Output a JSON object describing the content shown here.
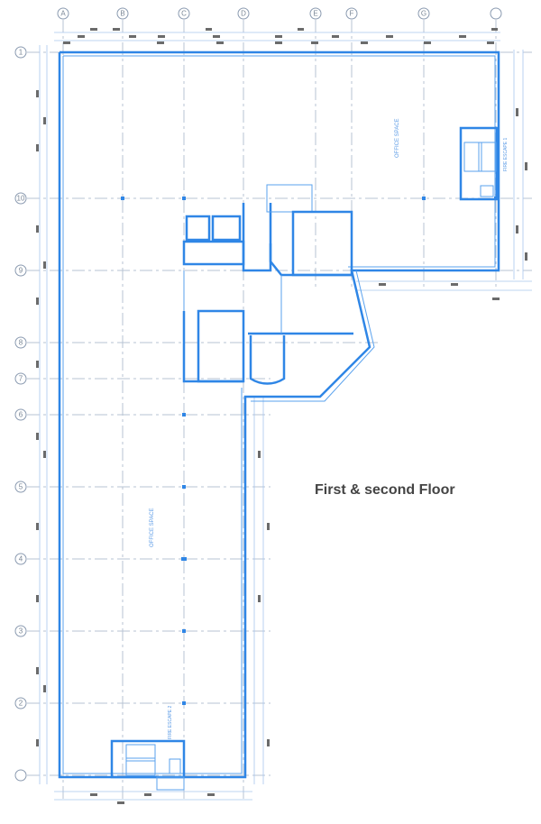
{
  "title": "First & second Floor",
  "grid_columns": [
    "A",
    "B",
    "C",
    "D",
    "E",
    "F",
    "G",
    ""
  ],
  "grid_rows": [
    "1",
    "10",
    "9",
    "8",
    "7",
    "6",
    "5",
    "4",
    "3",
    "2",
    ""
  ],
  "rooms": {
    "office_top": "OFFICE SPACE",
    "office_bottom": "OFFICE SPACE",
    "fire_escape_1": "FIRE ESCAPE 1",
    "fire_escape_2": "FIRE ESCAPE 2"
  },
  "colors": {
    "wall": "#2f86e6",
    "grid": "#b7c3d3",
    "title": "#444444"
  }
}
